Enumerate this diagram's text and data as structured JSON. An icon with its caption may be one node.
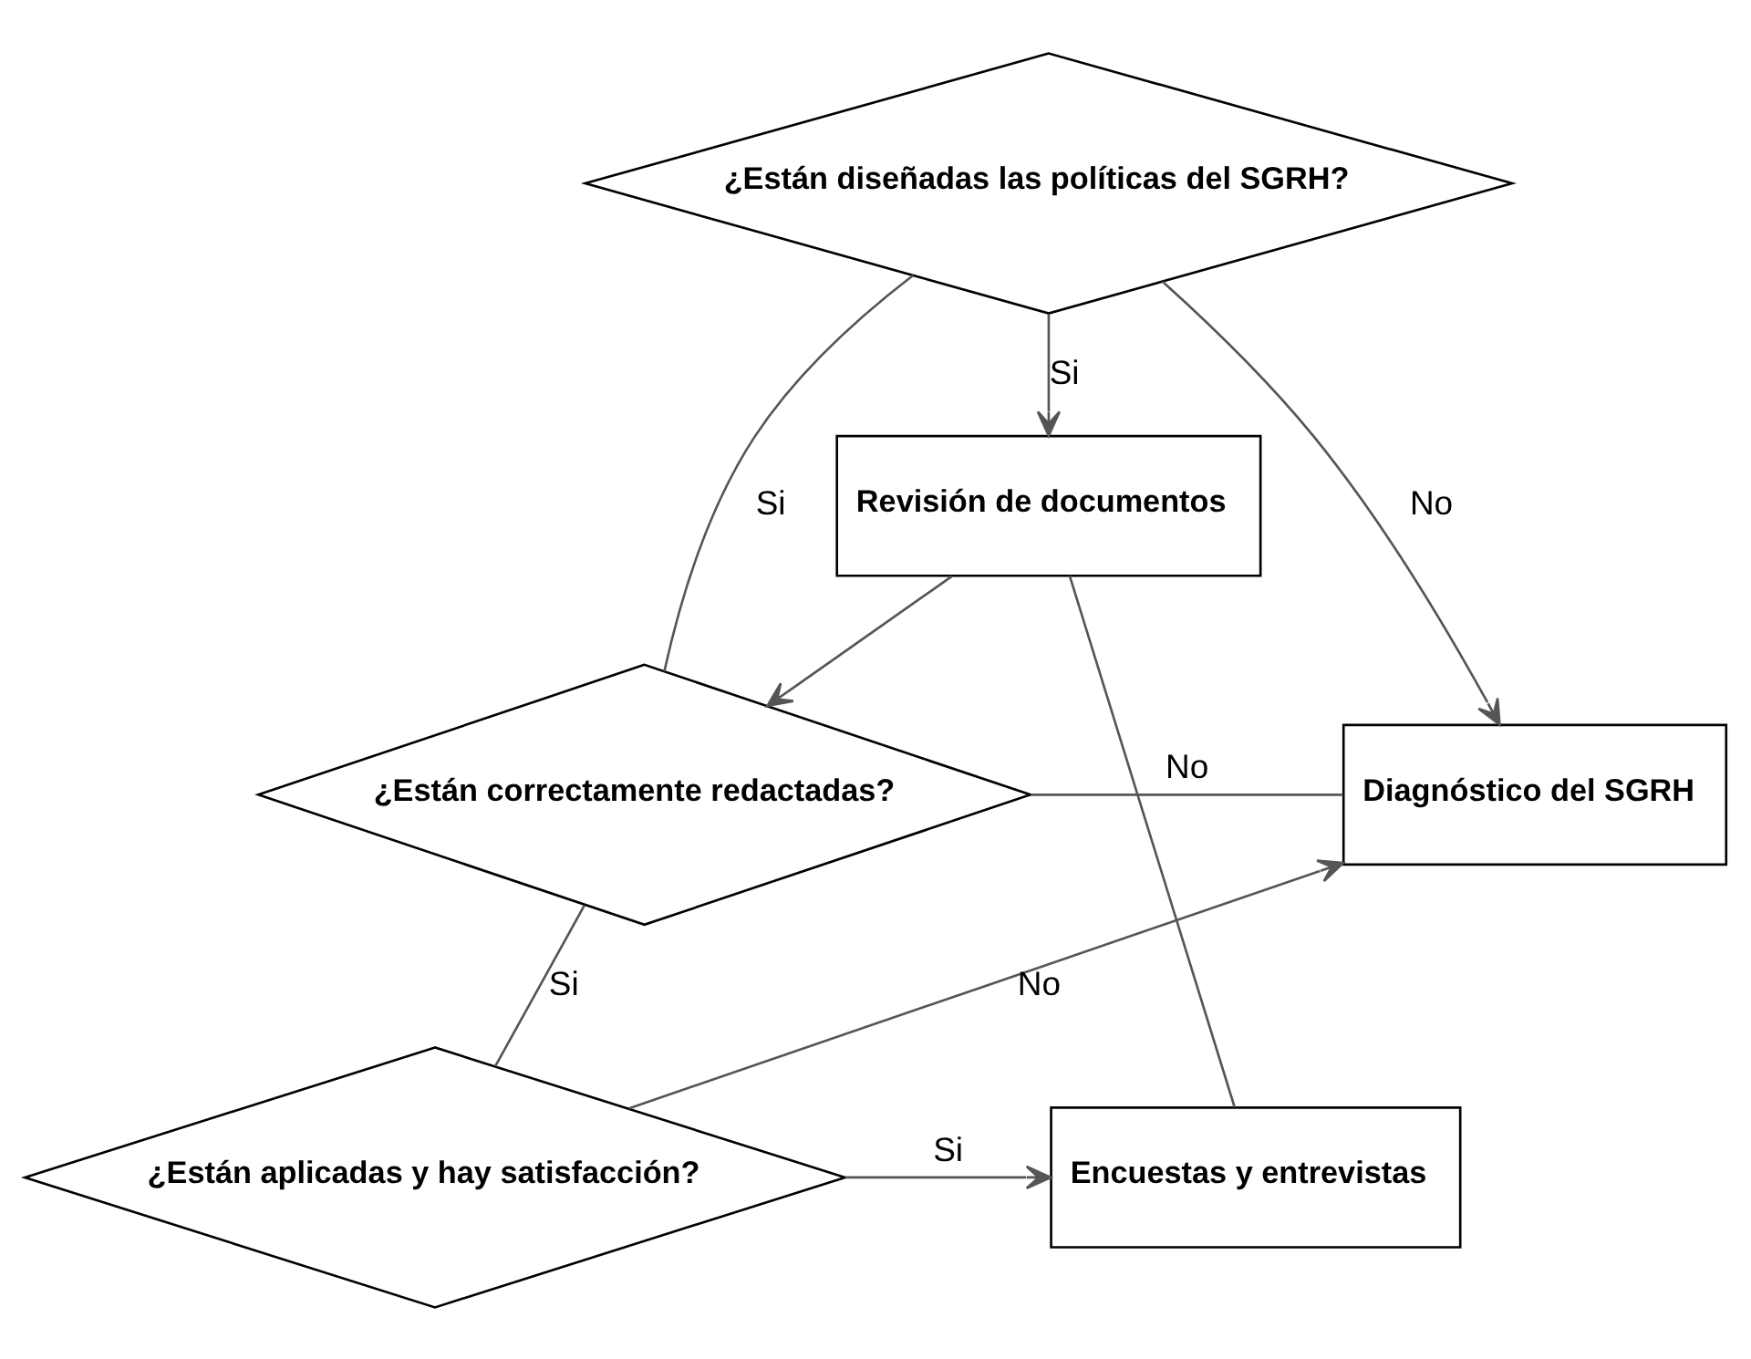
{
  "diagram": {
    "nodes": [
      {
        "text": [
          "¿Están diseñadas las políticas del SGRH?"
        ]
      },
      {
        "text": [
          "Revisión de documentos"
        ]
      },
      {
        "text": [
          "¿Están correctamente redactadas?"
        ]
      },
      {
        "text": [
          "Diagnóstico del SGRH"
        ]
      },
      {
        "text": [
          "Encuestas y entrevistas"
        ]
      },
      {
        "text": [
          "¿Están aplicadas y hay satisfacción?"
        ]
      }
    ],
    "edges": [
      {
        "from": 0,
        "to": 1,
        "arrow": "to",
        "label": "Si"
      },
      {
        "from": 0,
        "to": 3,
        "arrow": "to",
        "label": "No"
      },
      {
        "from": 0,
        "to": 2,
        "arrow": "none",
        "label": "Si"
      },
      {
        "from": 1,
        "to": 2,
        "arrow": "to"
      },
      {
        "from": 1,
        "to": 4,
        "arrow": "none"
      },
      {
        "from": 2,
        "to": 3,
        "arrow": "none",
        "label": "No"
      },
      {
        "from": 2,
        "to": 5,
        "arrow": "none",
        "label": "Si"
      },
      {
        "from": 5,
        "to": 4,
        "arrow": "to",
        "label": "Si"
      },
      {
        "from": 5,
        "to": 3,
        "arrow": "to",
        "label": "No"
      }
    ]
  }
}
